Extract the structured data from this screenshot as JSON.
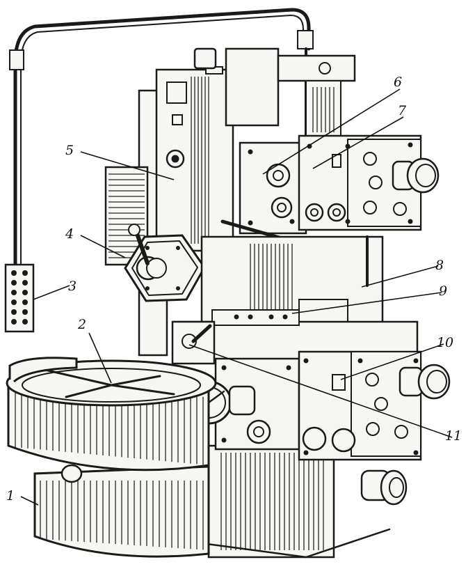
{
  "figure": {
    "callouts": [
      {
        "id": "1",
        "label": "1"
      },
      {
        "id": "2",
        "label": "2"
      },
      {
        "id": "3",
        "label": "3"
      },
      {
        "id": "4",
        "label": "4"
      },
      {
        "id": "5",
        "label": "5"
      },
      {
        "id": "6",
        "label": "6"
      },
      {
        "id": "7",
        "label": "7"
      },
      {
        "id": "8",
        "label": "8"
      },
      {
        "id": "9",
        "label": "9"
      },
      {
        "id": "10",
        "label": "10"
      },
      {
        "id": "11",
        "label": "11"
      }
    ]
  }
}
